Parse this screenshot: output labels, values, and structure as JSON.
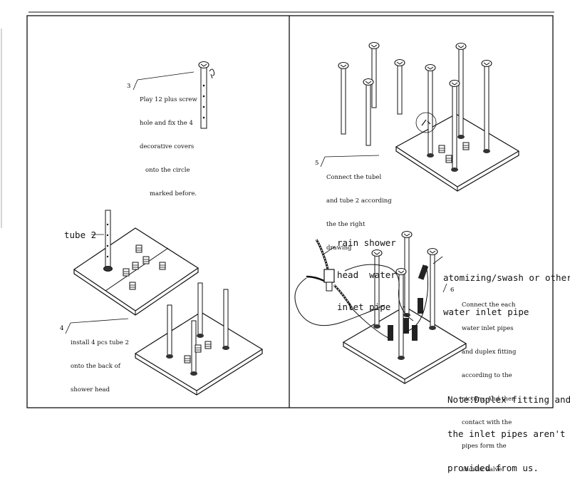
{
  "steps": {
    "s3": {
      "number": "3",
      "lines": [
        "Play 12 plus screw",
        "hole and fix the 4",
        "decorative covers",
        "onto the circle",
        "marked before."
      ]
    },
    "s4": {
      "number": "4",
      "lines": [
        "install 4 pcs tube 2",
        "onto the back of",
        "shower head"
      ]
    },
    "s5": {
      "number": "5",
      "lines": [
        "Connect the tubel",
        "and tube 2 according",
        "the the right",
        "drawing"
      ]
    },
    "s6": {
      "number": "6",
      "lines": [
        "Connect the each",
        "water inlet pipes",
        "and duplex fitting",
        "according to the",
        "picture. And then",
        "contact with the",
        "pipes form the",
        "shower valve."
      ]
    }
  },
  "labels": {
    "tube2": "tube 2",
    "rain_inlet": [
      "rain shower",
      "head  water",
      "inlet pipe"
    ],
    "atomizing": [
      "atomizing/swash or other",
      "water inlet pipe"
    ],
    "note": [
      "Note:Duplex fitting and",
      "the inlet pipes aren't",
      "provided from us."
    ]
  }
}
